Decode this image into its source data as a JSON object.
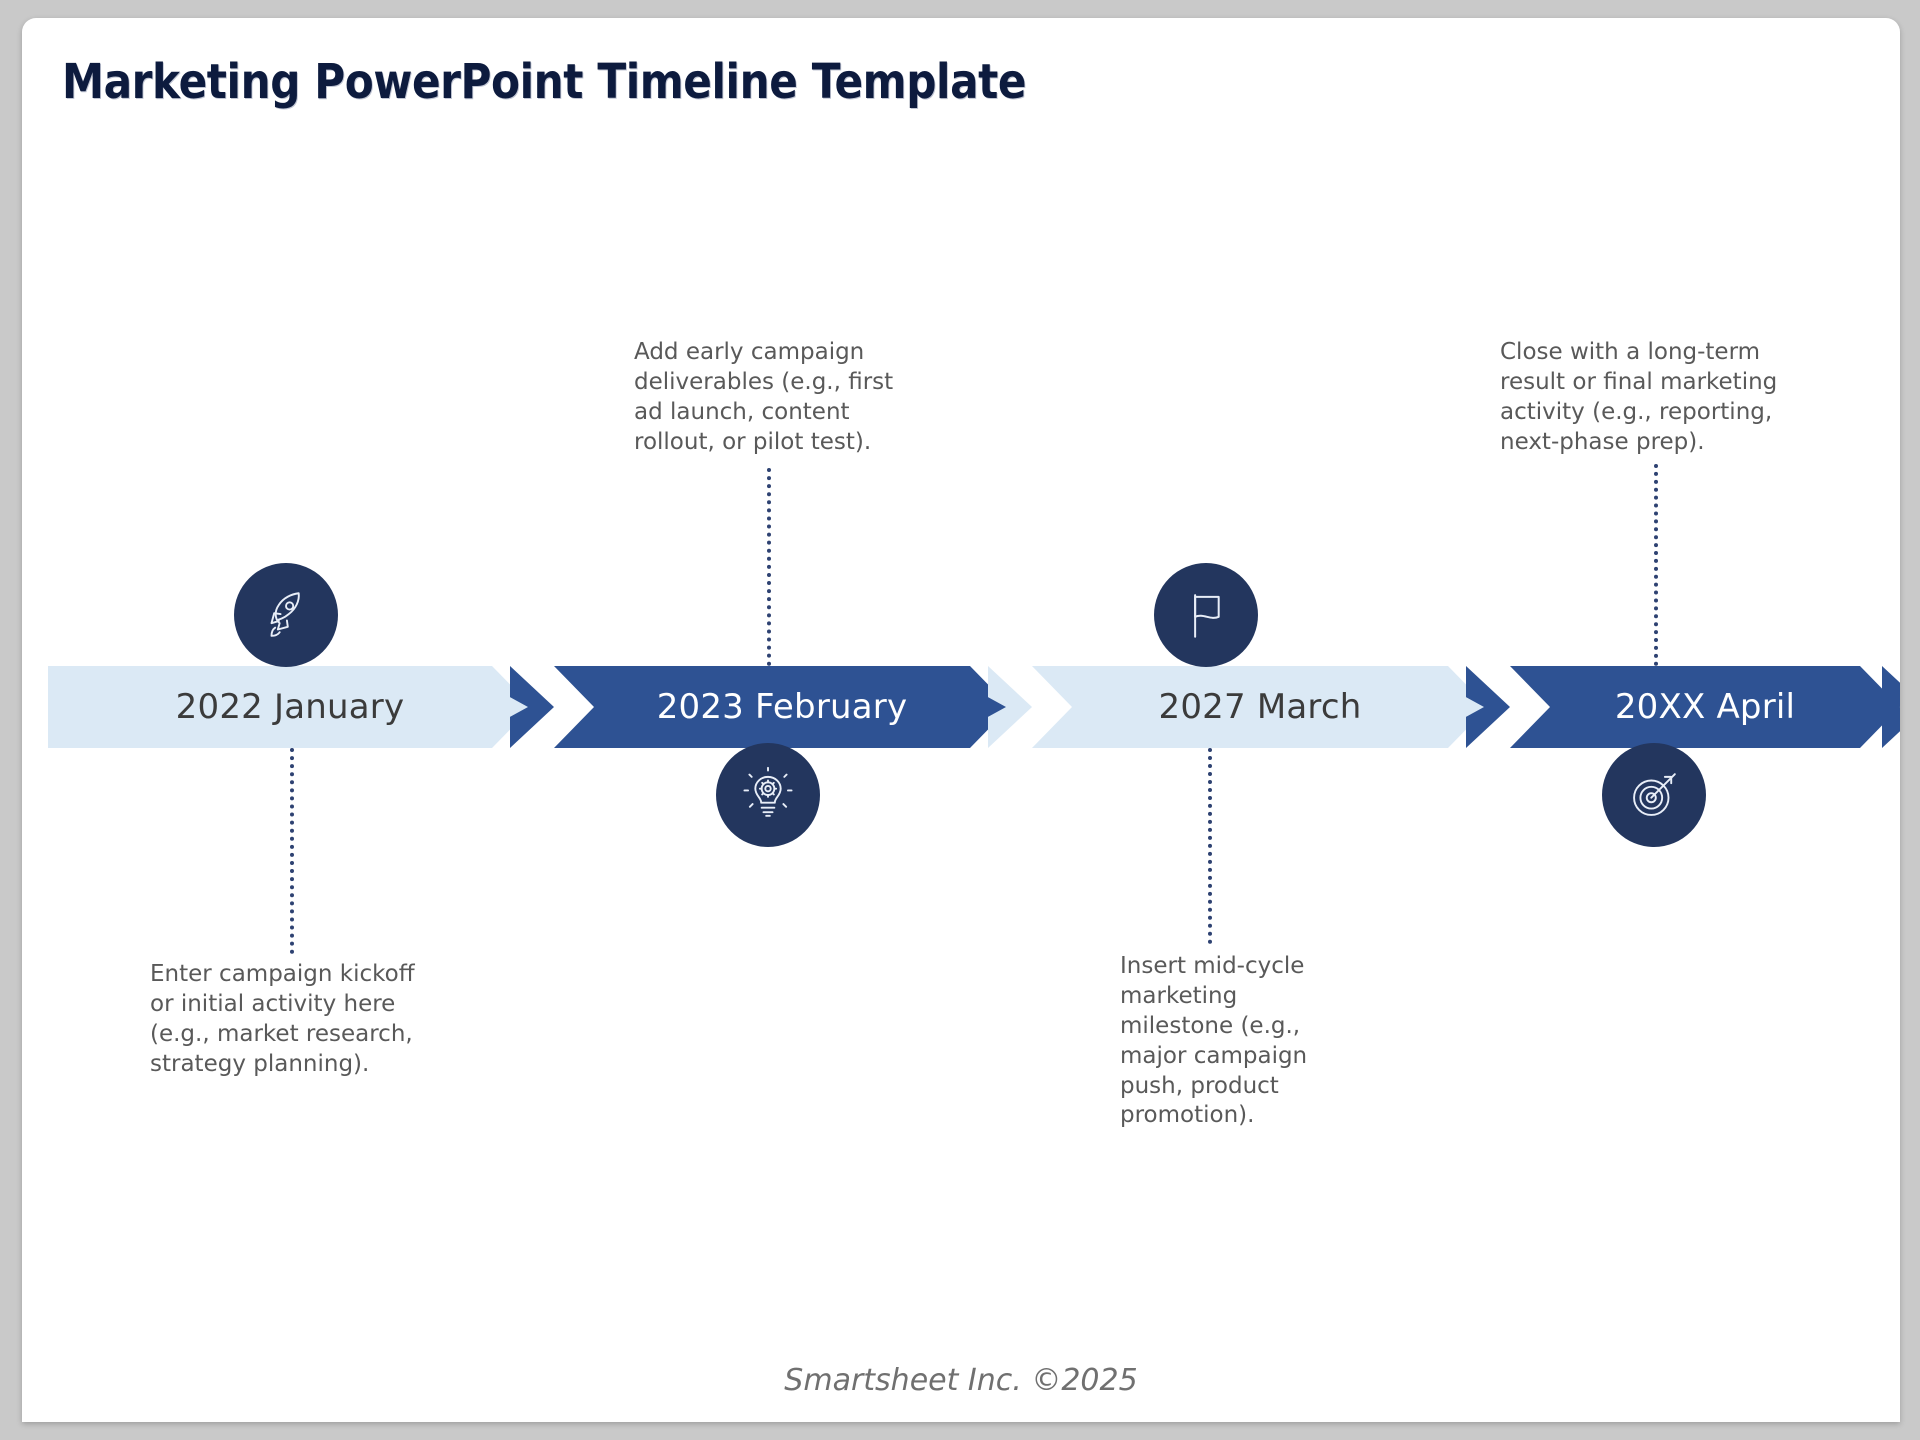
{
  "slide": {
    "title": "Marketing PowerPoint Timeline Template",
    "footer": "Smartsheet Inc. ©2025",
    "accent_dark": "#2e5293",
    "accent_light": "#dbe9f5",
    "badge_color": "#23365e",
    "title_color": "#0d1b3e",
    "caption_color": "#595959"
  },
  "timeline": {
    "milestones": [
      {
        "label": "2022 January",
        "style": "light",
        "icon": "rocket-icon",
        "icon_position": "above",
        "caption": "Enter campaign kickoff or initial activity here (e.g., market research, strategy planning).",
        "caption_position": "below"
      },
      {
        "label": "2023 February",
        "style": "dark",
        "icon": "lightbulb-gear-icon",
        "icon_position": "below",
        "caption": "Add early campaign deliverables (e.g., first ad launch, content rollout, or pilot test).",
        "caption_position": "above"
      },
      {
        "label": "2027 March",
        "style": "light",
        "icon": "flag-icon",
        "icon_position": "above",
        "caption": "Insert mid-cycle marketing milestone (e.g., major campaign push, product promotion).",
        "caption_position": "below"
      },
      {
        "label": "20XX April",
        "style": "dark",
        "icon": "target-arrow-icon",
        "icon_position": "below",
        "caption": "Close with a long-term result or final marketing activity (e.g., reporting, next-phase prep).",
        "caption_position": "above"
      }
    ]
  }
}
